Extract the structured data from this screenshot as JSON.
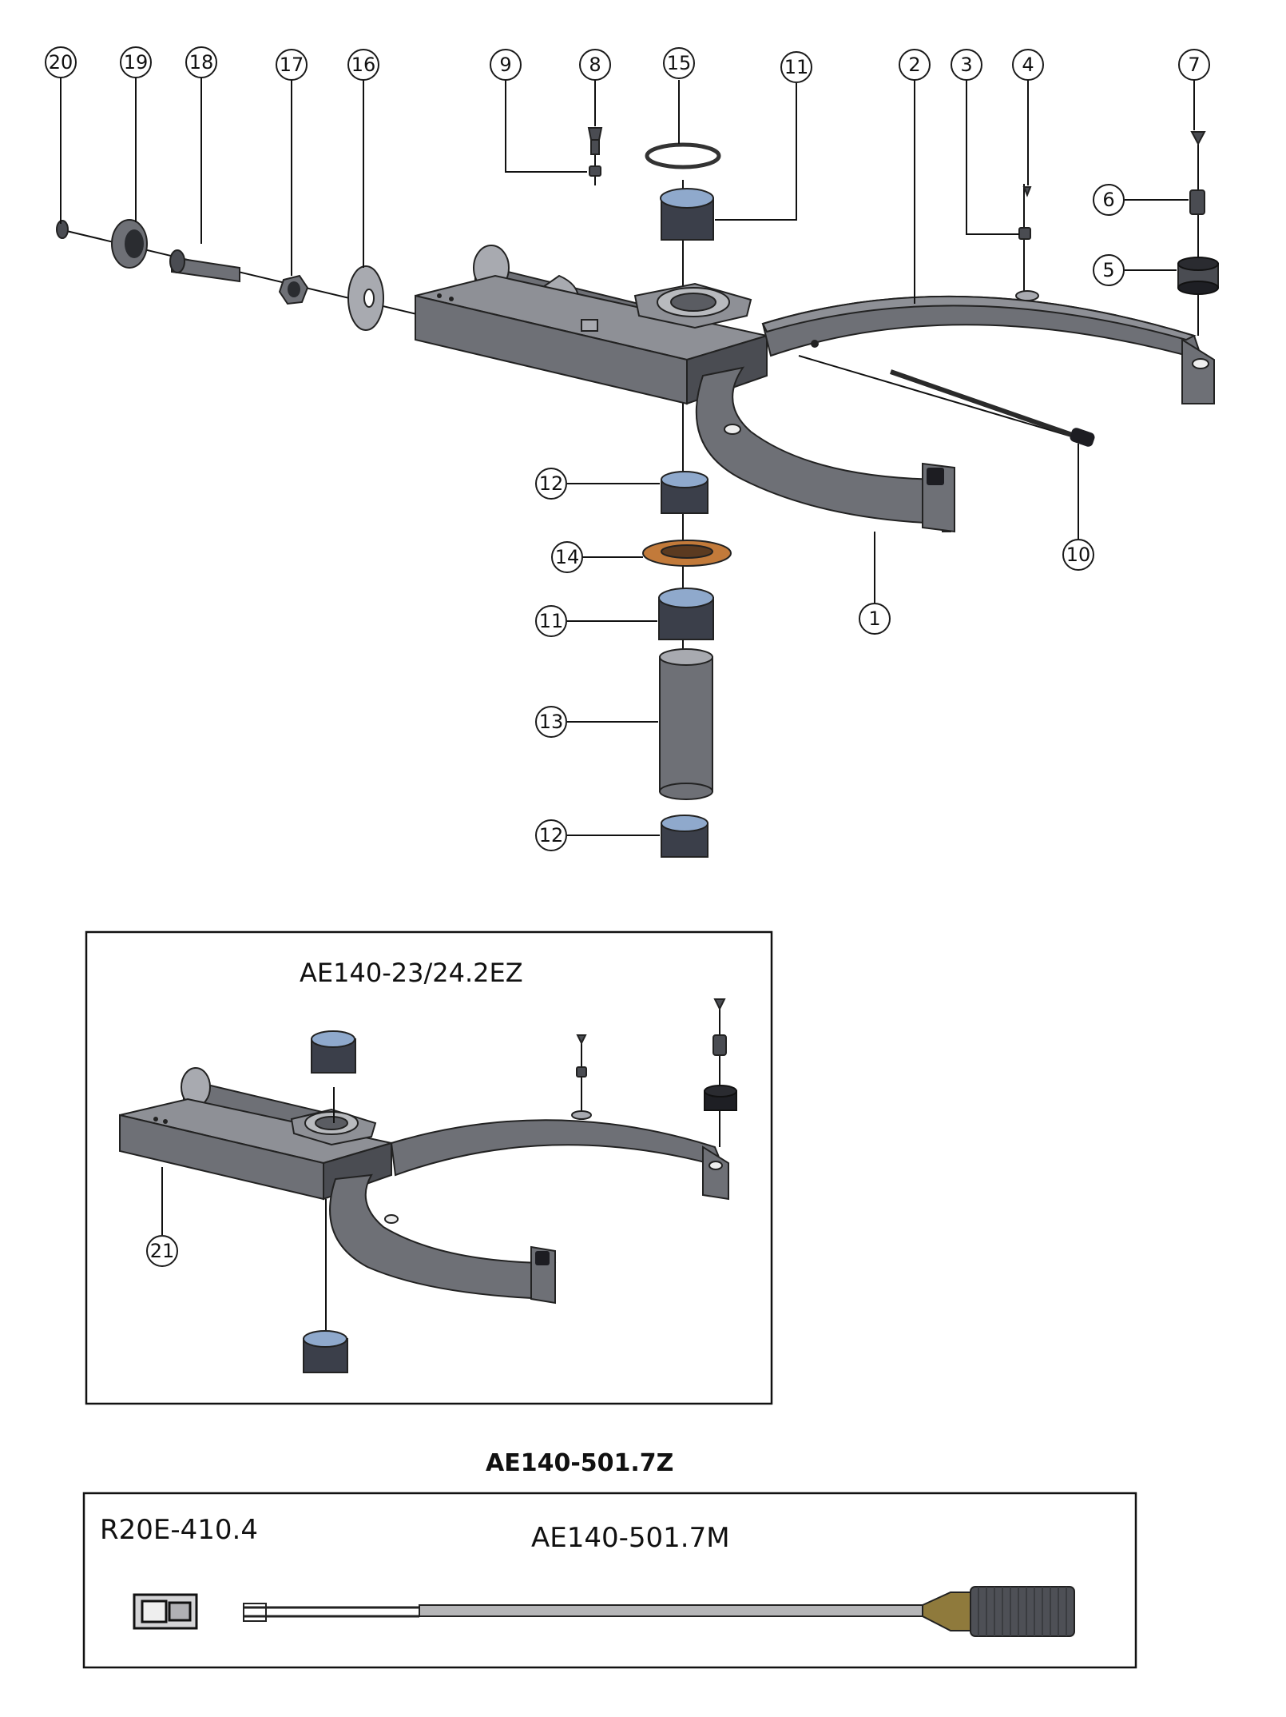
{
  "callouts": {
    "c1": "1",
    "c2": "2",
    "c3": "3",
    "c4": "4",
    "c5": "5",
    "c6": "6",
    "c7": "7",
    "c8": "8",
    "c9": "9",
    "c10": "10",
    "c11a": "11",
    "c11b": "11",
    "c12a": "12",
    "c12b": "12",
    "c13": "13",
    "c14": "14",
    "c15": "15",
    "c16": "16",
    "c17": "17",
    "c18": "18",
    "c19": "19",
    "c20": "20",
    "c21": "21"
  },
  "inset": {
    "title": "AE140-23/24.2EZ"
  },
  "sensor_kit": {
    "heading": "AE140-501.7Z",
    "connector_label": "R20E-410.4",
    "cable_label": "AE140-501.7M"
  },
  "colors": {
    "body": "#6e7076",
    "bushing_face": "#8fa9cc",
    "thrust_washer": "#c27a3a",
    "outline": "#222222"
  }
}
